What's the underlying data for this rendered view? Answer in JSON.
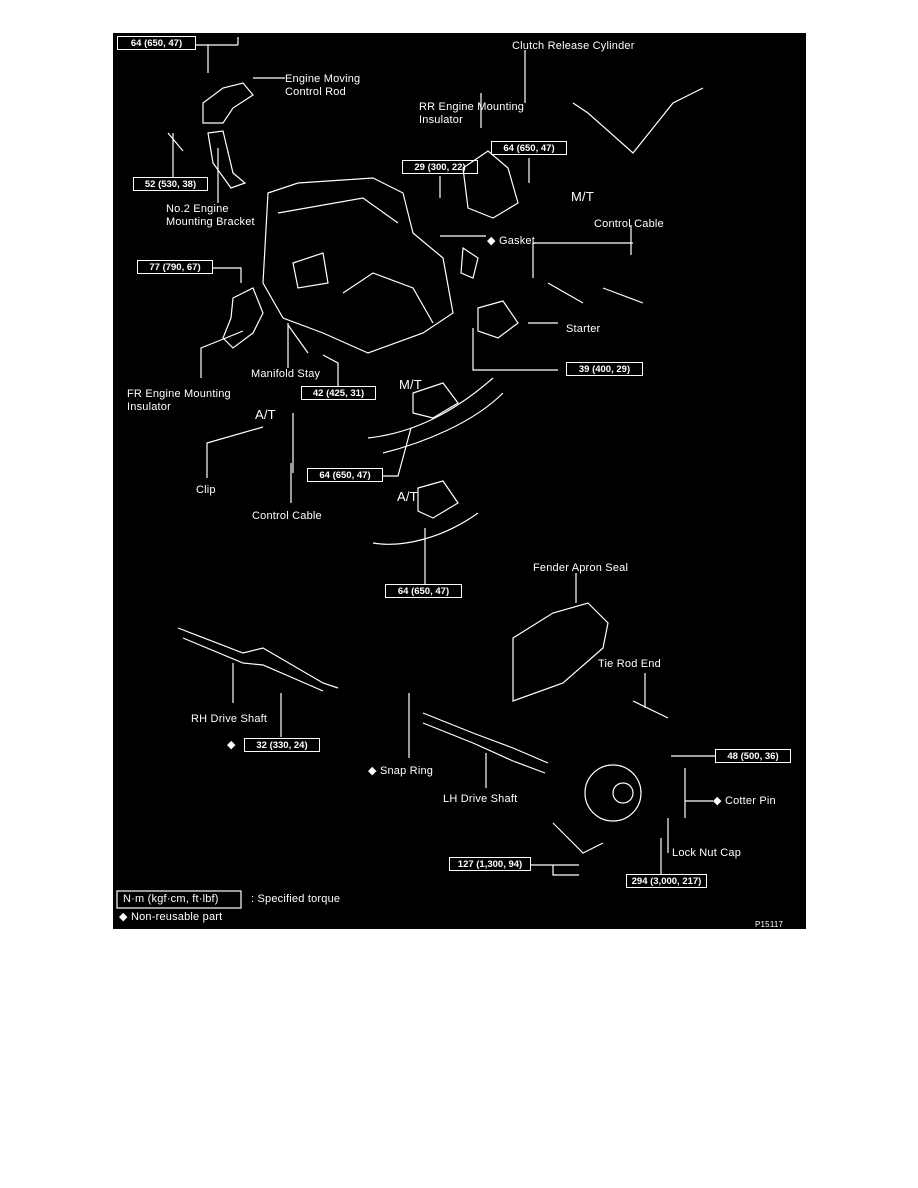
{
  "labels": {
    "engine_moving_control_rod": [
      "Engine Moving",
      "Control Rod"
    ],
    "no2_bracket": [
      "No.2 Engine",
      "Mounting Bracket"
    ],
    "clutch_release_cylinder": "Clutch Release Cylinder",
    "rr_insulator": [
      "RR Engine Mounting",
      "Insulator"
    ],
    "mt_top": "M/T",
    "control_cable_top": "Control Cable",
    "gasket": "Gasket",
    "starter": "Starter",
    "manifold_stay": "Manifold Stay",
    "fr_insulator": [
      "FR Engine Mounting",
      "Insulator"
    ],
    "at_left": "A/T",
    "mt_mid": "M/T",
    "clip": "Clip",
    "control_cable_bottom": "Control Cable",
    "at_mid": "A/T",
    "fender_apron_seal": "Fender Apron Seal",
    "tie_rod_end": "Tie Rod End",
    "rh_drive_shaft": "RH Drive Shaft",
    "snap_ring": "Snap Ring",
    "lh_drive_shaft": "LH Drive Shaft",
    "cotter_pin": "Cotter Pin",
    "lock_nut_cap": "Lock Nut Cap",
    "figure_id": "P15117"
  },
  "torques": {
    "t1": "64 (650, 47)",
    "t2": "52 (530, 38)",
    "t3": "29 (300, 22)",
    "t4": "64 (650, 47)",
    "t5": "77 (790, 67)",
    "t6": "39 (400, 29)",
    "t7": "42 (425, 31)",
    "t8": "64 (650, 47)",
    "t9": "64 (650, 47)",
    "t10": "32 (330, 24)",
    "t11": "48 (500, 36)",
    "t12": "127 (1,300, 94)",
    "t13": "294 (3,000, 217)"
  },
  "legend": {
    "unit_box": "N·m (kgf·cm, ft·lbf)",
    "unit_desc": ": Specified torque",
    "non_reusable": "Non-reusable part",
    "diamond": "◆"
  },
  "colors": {
    "background": "#000000",
    "ink": "#ffffff"
  }
}
